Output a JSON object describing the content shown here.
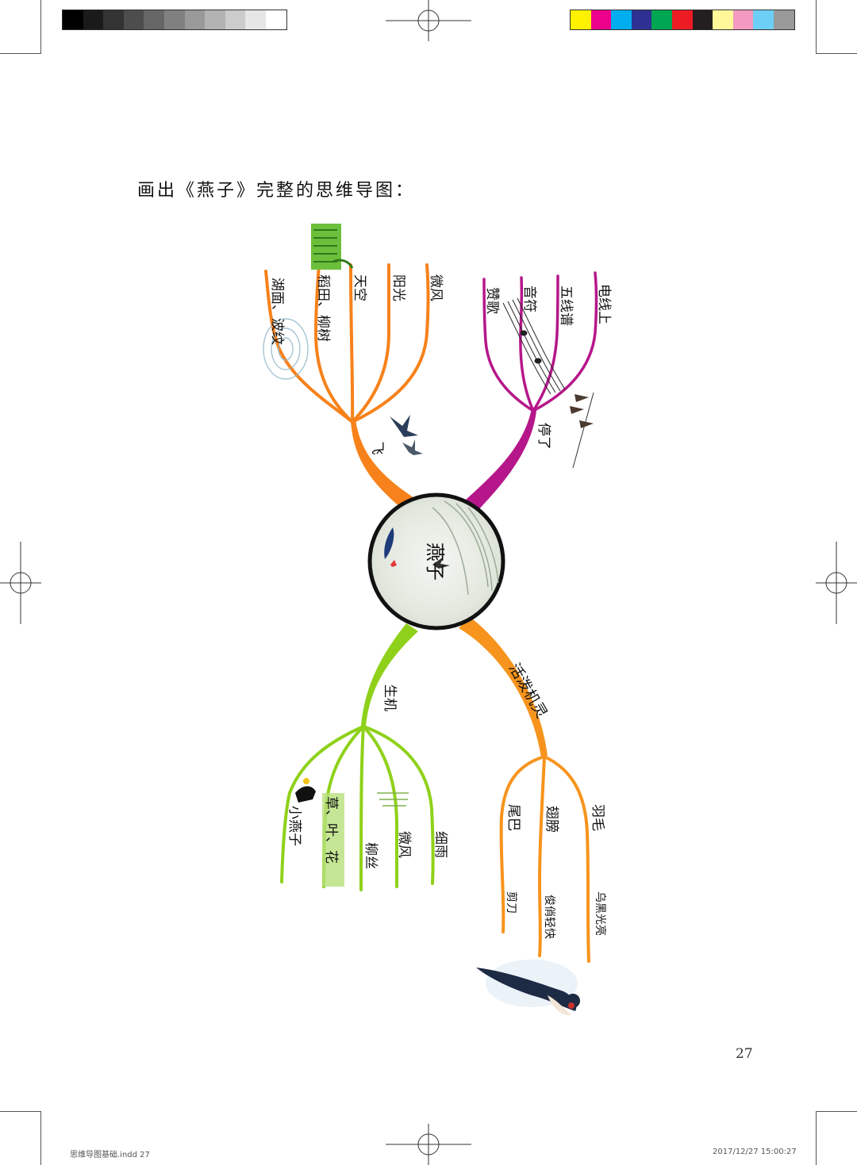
{
  "print_marks": {
    "gray_bar": [
      "#000000",
      "#1a1a1a",
      "#333333",
      "#4d4d4d",
      "#666666",
      "#808080",
      "#999999",
      "#b3b3b3",
      "#cccccc",
      "#e6e6e6",
      "#ffffff"
    ],
    "color_bar": [
      "#fff200",
      "#ec008c",
      "#00aeef",
      "#2e3192",
      "#00a651",
      "#ed1c24",
      "#231f20",
      "#fff799",
      "#f49ac1",
      "#6dcff6",
      "#999999"
    ]
  },
  "title": "画出《燕子》完整的思维导图：",
  "center": {
    "label": "燕子"
  },
  "branches": {
    "fly": {
      "label": "飞",
      "color": "#f7821b",
      "leaves": [
        "湖面、波纹",
        "稻田、柳树",
        "天空",
        "阳光",
        "微风"
      ]
    },
    "rest": {
      "label": "停了",
      "color": "#b5178a",
      "leaves": [
        "赞歌",
        "音符",
        "五线谱",
        "电线上"
      ]
    },
    "vitality": {
      "label": "生机",
      "color": "#8fd11a",
      "leaves": [
        "小燕子",
        "草、叶、花",
        "柳丝",
        "微风",
        "细雨"
      ]
    },
    "lively": {
      "label": "活泼机灵",
      "color": "#f7941d",
      "leaves": [
        {
          "label": "尾巴",
          "sub": "剪刀"
        },
        {
          "label": "翅膀",
          "sub": "俊俏轻快"
        },
        {
          "label": "羽毛",
          "sub": "乌黑光亮"
        }
      ]
    }
  },
  "page_number": "27",
  "footer": {
    "left": "思维导图基础.indd  27",
    "right": "2017/12/27   15:00:27"
  }
}
